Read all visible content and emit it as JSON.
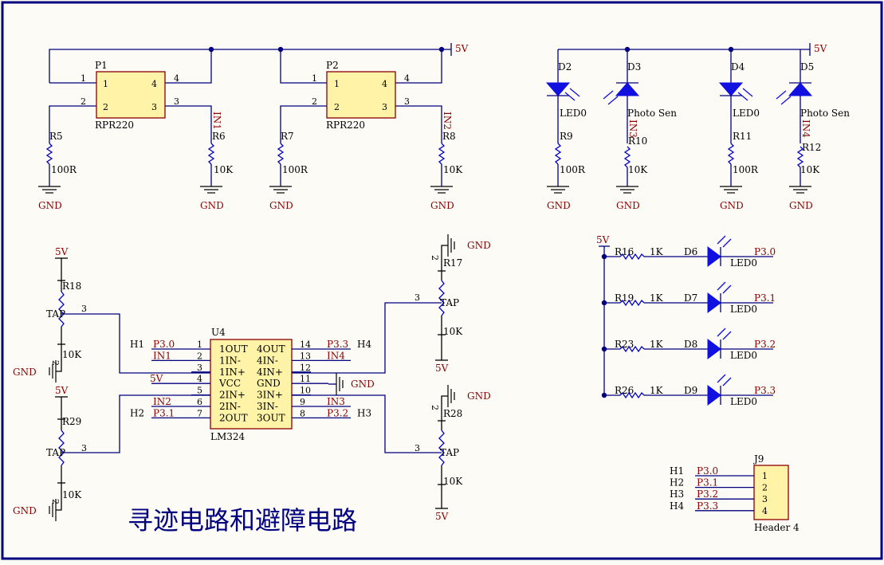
{
  "title": "寻迹电路和避障电路",
  "power": {
    "vcc": "5V",
    "gnd": "GND"
  },
  "sensors": [
    {
      "ref": "P1",
      "part": "RPR220",
      "r_led": "R5",
      "r_led_val": "100R",
      "r_pull": "R6",
      "r_pull_val": "10K",
      "net": "IN1"
    },
    {
      "ref": "P2",
      "part": "RPR220",
      "r_led": "R7",
      "r_led_val": "100R",
      "r_pull": "R8",
      "r_pull_val": "10K",
      "net": "IN2"
    }
  ],
  "sensor_pins": [
    "1",
    "2",
    "3",
    "4"
  ],
  "ir_pairs": [
    {
      "led": "D2",
      "led_lbl": "LED0",
      "r_led": "R9",
      "r_led_val": "100R",
      "pd": "D3",
      "pd_lbl": "Photo Sen",
      "net": "IN3",
      "r_pd": "R10",
      "r_pd_val": "10K"
    },
    {
      "led": "D4",
      "led_lbl": "LED0",
      "r_led": "R11",
      "r_led_val": "100R",
      "pd": "D5",
      "pd_lbl": "Photo Sen",
      "net": "IN4",
      "r_pd": "R12",
      "r_pd_val": "10K"
    }
  ],
  "pots": [
    {
      "ref": "R18",
      "val": "10K",
      "tap": "TAP",
      "pin_tap": "3",
      "pin_end": "2"
    },
    {
      "ref": "R29",
      "val": "10K",
      "tap": "TAP",
      "pin_tap": "3",
      "pin_end": "2"
    },
    {
      "ref": "R17",
      "val": "10K",
      "tap": "TAP",
      "pin_tap": "3",
      "pin_end": "2"
    },
    {
      "ref": "R28",
      "val": "10K",
      "tap": "TAP",
      "pin_tap": "3",
      "pin_end": "2"
    }
  ],
  "opamp": {
    "ref": "U4",
    "part": "LM324",
    "left_pins": [
      {
        "num": "1",
        "name": "1OUT",
        "net": "P3.0",
        "h": "H1"
      },
      {
        "num": "2",
        "name": "1IN-",
        "net": "IN1",
        "h": ""
      },
      {
        "num": "3",
        "name": "1IN+",
        "net": "",
        "h": ""
      },
      {
        "num": "4",
        "name": "VCC",
        "net": "5V",
        "h": ""
      },
      {
        "num": "5",
        "name": "2IN+",
        "net": "",
        "h": ""
      },
      {
        "num": "6",
        "name": "2IN-",
        "net": "IN2",
        "h": ""
      },
      {
        "num": "7",
        "name": "2OUT",
        "net": "P3.1",
        "h": "H2"
      }
    ],
    "right_pins": [
      {
        "num": "14",
        "name": "4OUT",
        "net": "P3.3",
        "h": "H4"
      },
      {
        "num": "13",
        "name": "4IN-",
        "net": "IN4",
        "h": ""
      },
      {
        "num": "12",
        "name": "4IN+",
        "net": "",
        "h": ""
      },
      {
        "num": "11",
        "name": "GND",
        "net": "GND",
        "h": ""
      },
      {
        "num": "10",
        "name": "3IN+",
        "net": "",
        "h": ""
      },
      {
        "num": "9",
        "name": "3IN-",
        "net": "IN3",
        "h": ""
      },
      {
        "num": "8",
        "name": "3OUT",
        "net": "P3.2",
        "h": "H3"
      }
    ]
  },
  "indicators": [
    {
      "r": "R16",
      "r_val": "1K",
      "d": "D6",
      "d_lbl": "LED0",
      "net": "P3.0"
    },
    {
      "r": "R19",
      "r_val": "1K",
      "d": "D7",
      "d_lbl": "LED0",
      "net": "P3.1"
    },
    {
      "r": "R23",
      "r_val": "1K",
      "d": "D8",
      "d_lbl": "LED0",
      "net": "P3.2"
    },
    {
      "r": "R26",
      "r_val": "1K",
      "d": "D9",
      "d_lbl": "LED0",
      "net": "P3.3"
    }
  ],
  "header": {
    "ref": "J9",
    "part": "Header 4",
    "pins": [
      {
        "num": "1",
        "h": "H1",
        "net": "P3.0"
      },
      {
        "num": "2",
        "h": "H2",
        "net": "P3.1"
      },
      {
        "num": "3",
        "h": "H3",
        "net": "P3.2"
      },
      {
        "num": "4",
        "h": "H4",
        "net": "P3.3"
      }
    ]
  }
}
